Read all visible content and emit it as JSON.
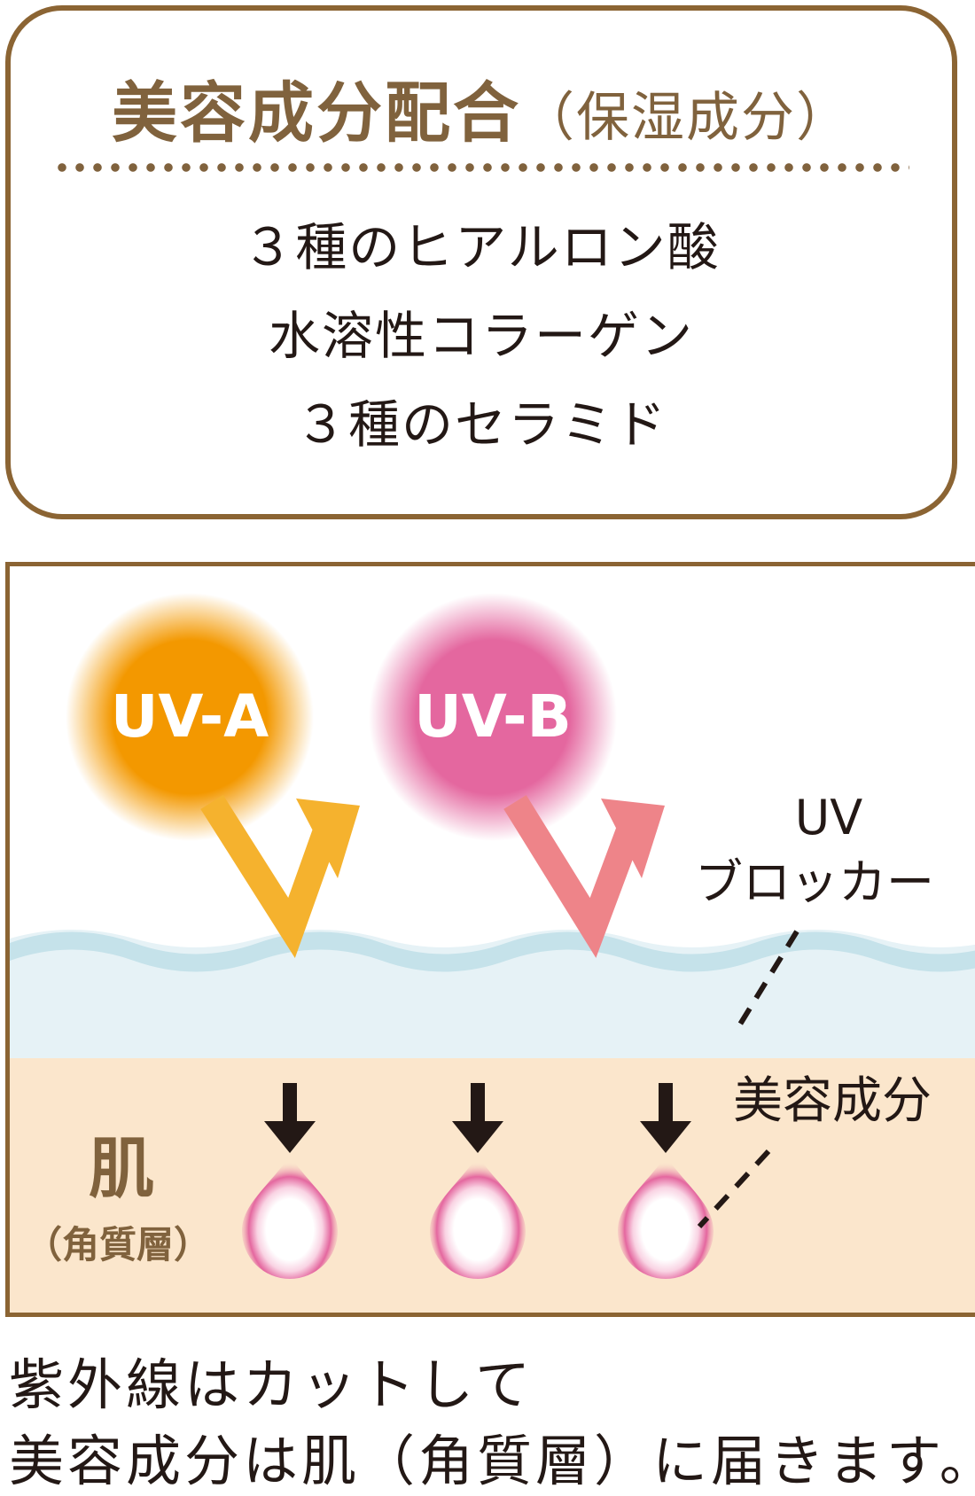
{
  "ingredients_box": {
    "title": "美容成分配合",
    "subtitle": "（保湿成分）",
    "items": [
      "３種のヒアルロン酸",
      "水溶性コラーゲン",
      "３種のセラミド"
    ]
  },
  "diagram": {
    "uva_label": "UV-A",
    "uvb_label": "UV-B",
    "blocker_label_line1": "UV",
    "blocker_label_line2": "ブロッカー",
    "ingredient_label": "美容成分",
    "skin_label": "肌",
    "skin_sublabel": "（角質層）",
    "colors": {
      "uva": "#f39800",
      "uvb": "#e4679f",
      "uva_arrow": "#f5b22e",
      "uvb_arrow": "#ee8489",
      "uv_blocker_layer": "#c5e2ea",
      "skin": "#fbe6cc",
      "frame": "#8b6433"
    }
  },
  "caption": {
    "line1": "紫外線はカットして",
    "line2": "美容成分は肌（角質層）に届きます。"
  }
}
